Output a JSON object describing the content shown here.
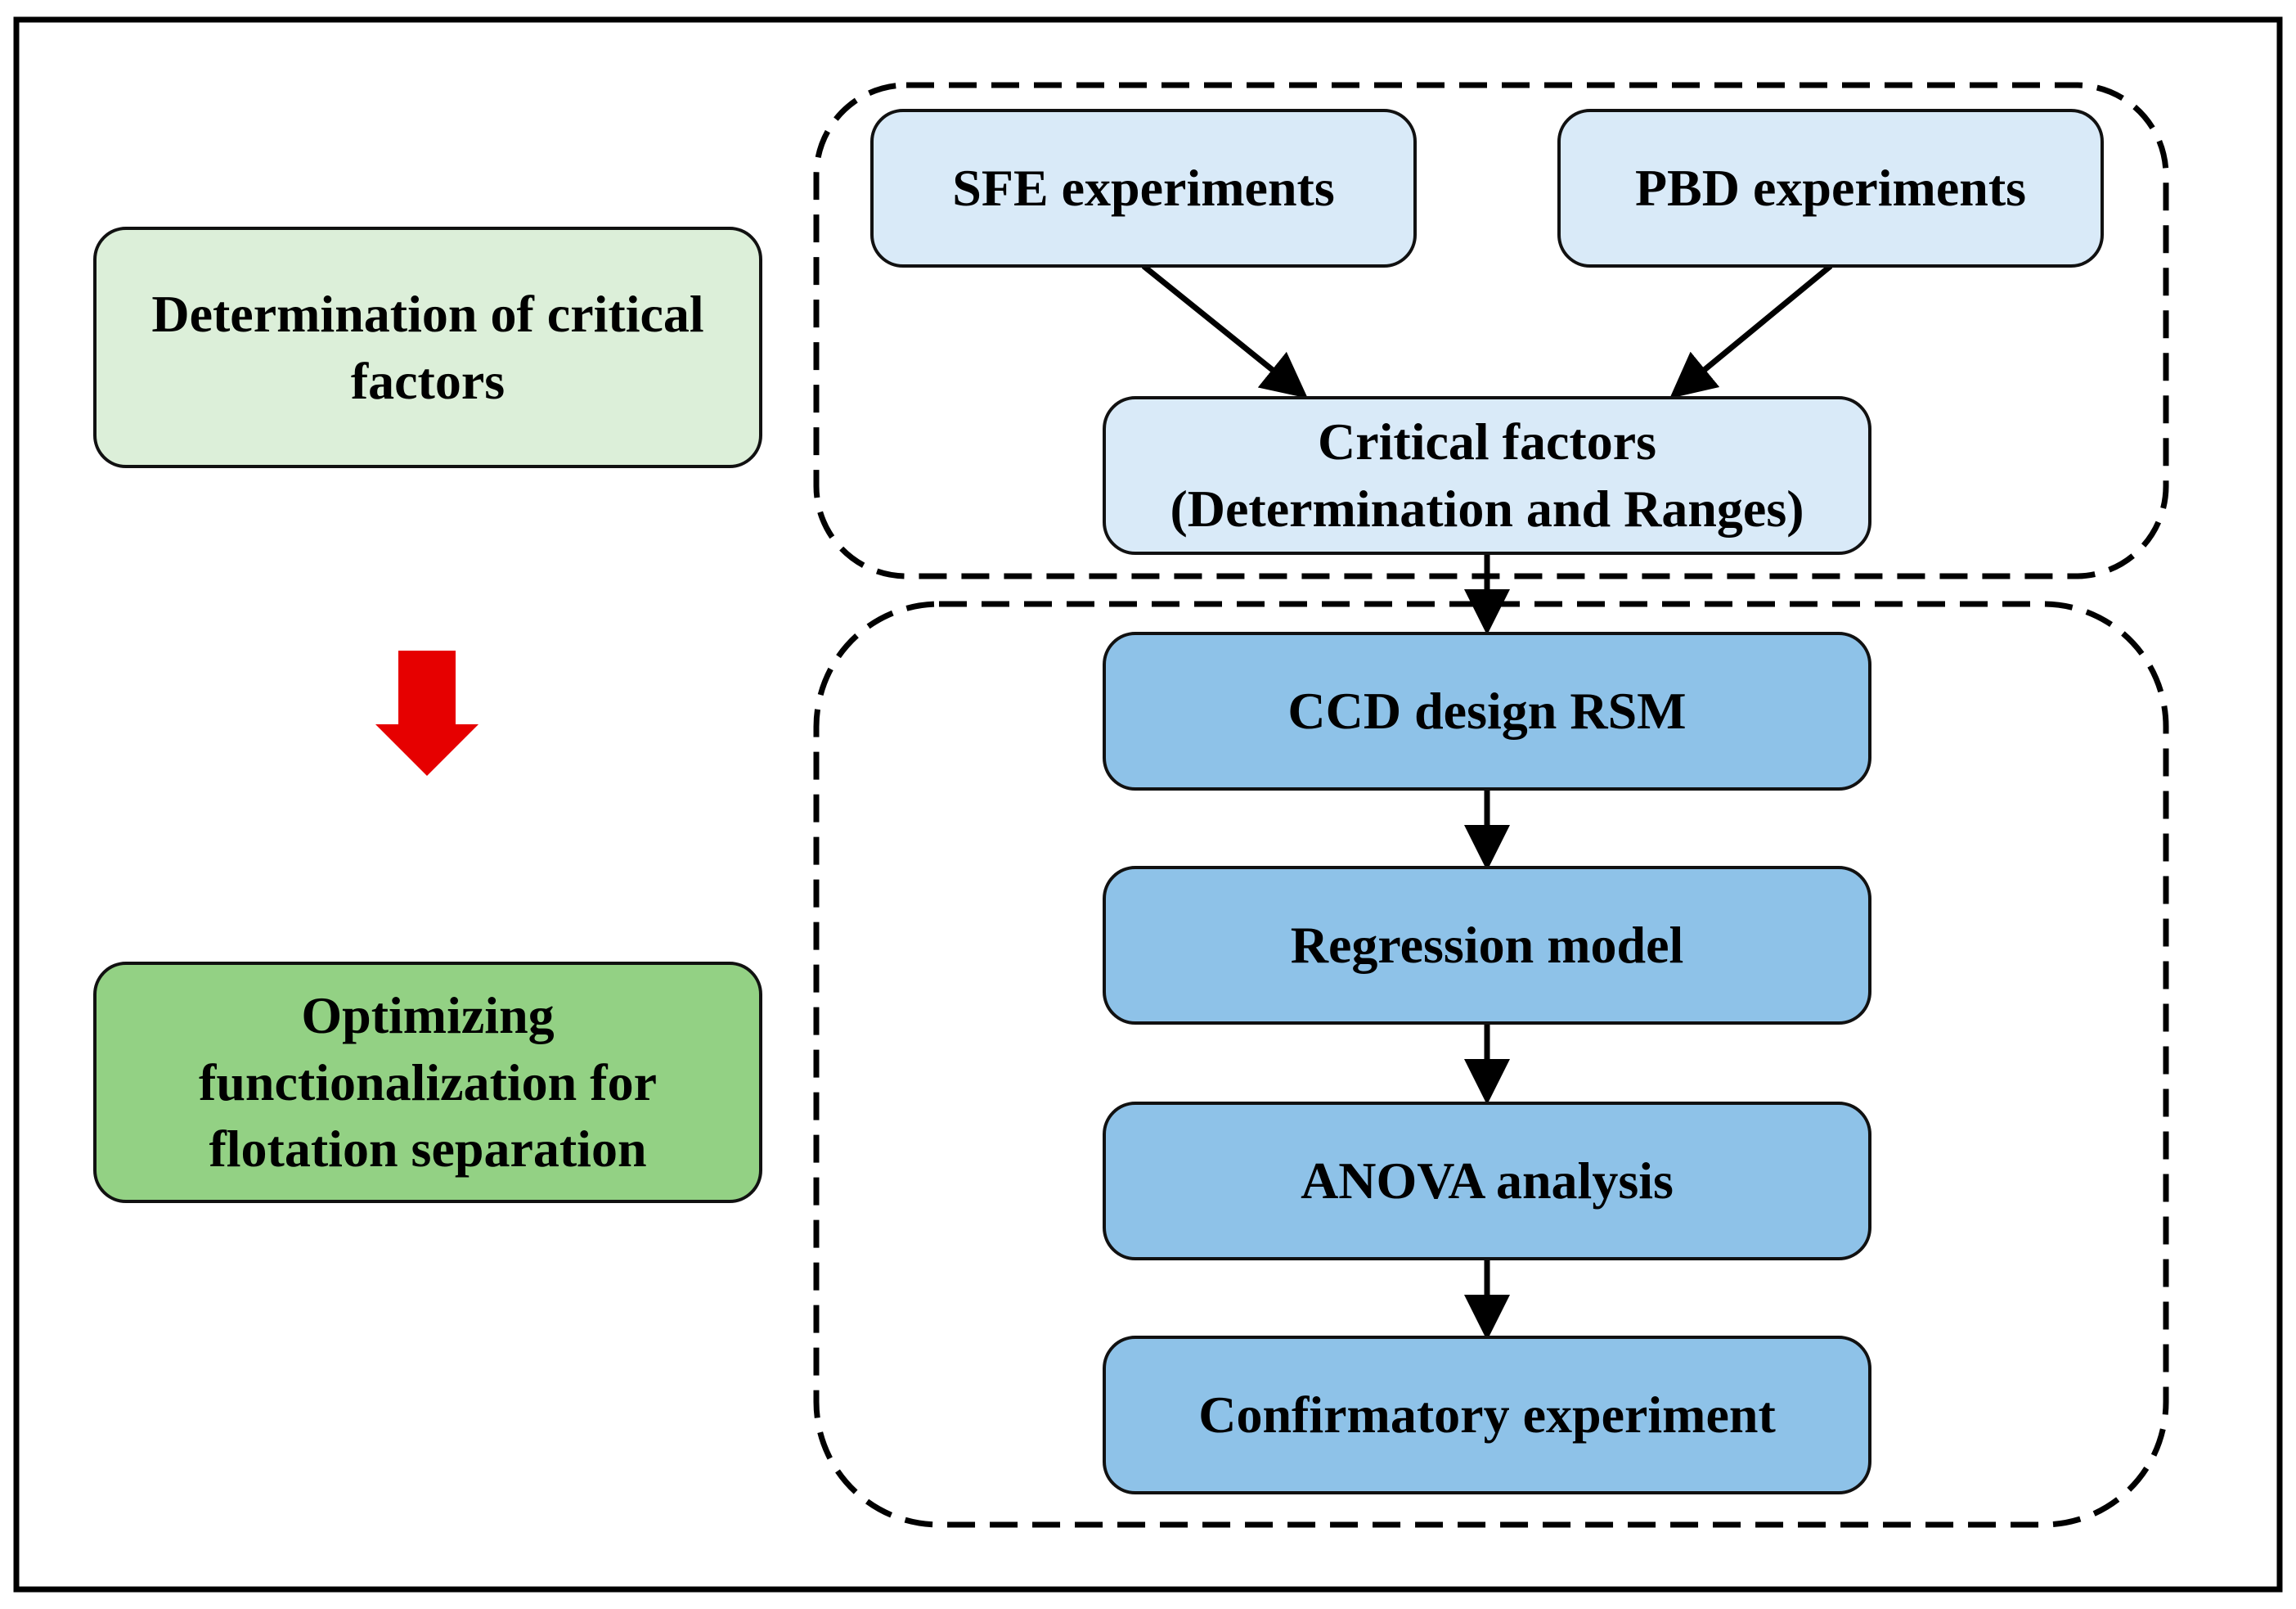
{
  "left": {
    "stage1": "Determination of critical factors",
    "stage2": "Optimizing functionalization for flotation separation"
  },
  "top_group": {
    "sfe": "SFE experiments",
    "pbd": "PBD experiments",
    "critical_line1": "Critical factors",
    "critical_line2": "(Determination and Ranges)"
  },
  "bottom_group": {
    "ccd": "CCD design RSM",
    "regression": "Regression model",
    "anova": "ANOVA analysis",
    "confirm": "Confirmatory experiment"
  },
  "colors": {
    "stage1_fill": "#dcefd9",
    "stage2_fill": "#93d184",
    "light_blue_fill": "#d9eaf8",
    "mid_blue_fill": "#8ec2e8",
    "red_arrow": "#e60000"
  }
}
